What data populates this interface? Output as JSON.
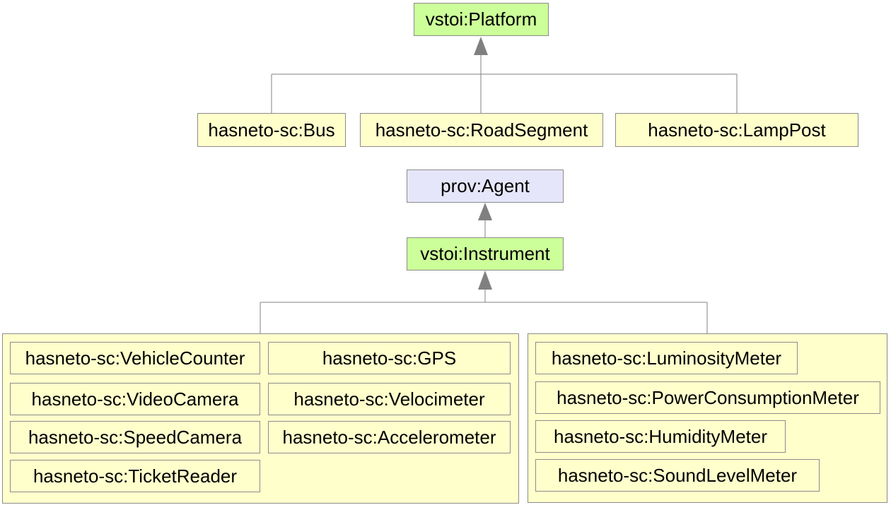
{
  "colors": {
    "class_green": "#ccff99",
    "class_purple": "#e6e6fa",
    "class_yellow": "#ffffcc",
    "connector": "#808080"
  },
  "platform": {
    "parent": "vstoi:Platform",
    "children": [
      "hasneto-sc:Bus",
      "hasneto-sc:RoadSegment",
      "hasneto-sc:LampPost"
    ]
  },
  "agent": {
    "parent": "prov:Agent",
    "child": "vstoi:Instrument"
  },
  "instrument_groups": {
    "left": [
      "hasneto-sc:VehicleCounter",
      "hasneto-sc:GPS",
      "hasneto-sc:VideoCamera",
      "hasneto-sc:Velocimeter",
      "hasneto-sc:SpeedCamera",
      "hasneto-sc:Accelerometer",
      "hasneto-sc:TicketReader"
    ],
    "right": [
      "hasneto-sc:LuminosityMeter",
      "hasneto-sc:PowerConsumptionMeter",
      "hasneto-sc:HumidityMeter",
      "hasneto-sc:SoundLevelMeter"
    ]
  }
}
